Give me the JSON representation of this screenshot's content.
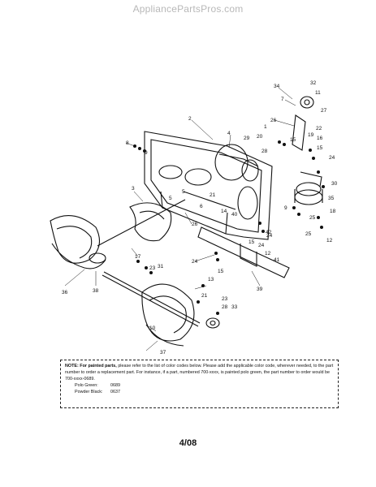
{
  "watermark": "AppliancePartsPros.com",
  "callouts": [
    "34",
    "32",
    "11",
    "7",
    "27",
    "26",
    "22",
    "2",
    "4",
    "29",
    "20",
    "1",
    "19",
    "16",
    "8",
    "28",
    "15",
    "9",
    "24",
    "15",
    "30",
    "35",
    "18",
    "3",
    "5",
    "21",
    "14",
    "40",
    "26",
    "25",
    "12",
    "42",
    "17",
    "24",
    "41",
    "36",
    "38",
    "23",
    "31",
    "13",
    "39",
    "15",
    "24",
    "21",
    "23",
    "28",
    "33",
    "10",
    "37",
    "9",
    "6",
    "5",
    "15",
    "24",
    "12",
    "25"
  ],
  "note": {
    "prefix": "NOTE:",
    "prefix2": "For painted parts,",
    "body": "please refer to the list of color codes below. Please add the applicable color code, wherever needed, to the part number to order a replacement part. For instance, if a part, numbered 700-xxxx, is painted polo green, the part number to order would be 700-xxxx-0689.",
    "codes": [
      {
        "name": "Polo Green:",
        "code": "0689"
      },
      {
        "name": "Powder Black:",
        "code": "0637"
      }
    ]
  },
  "page_number": "4/08"
}
